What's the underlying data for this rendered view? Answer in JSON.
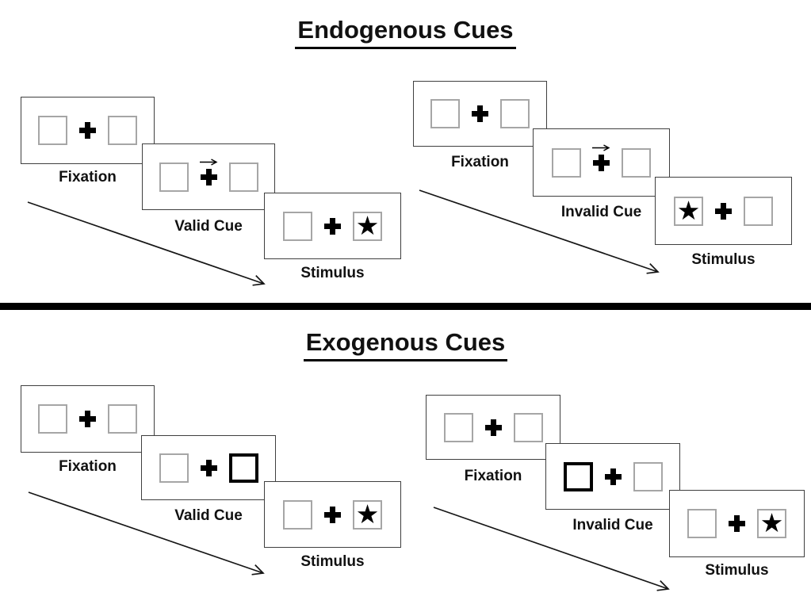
{
  "page": {
    "background_color": "#ffffff",
    "divider_color": "#000000"
  },
  "colors": {
    "ink": "#000000",
    "panel_border": "#3f3f3f",
    "placeholder_box_border": "#a6a6a6",
    "cue_box_border": "#000000"
  },
  "glyphs": {
    "star": "★"
  },
  "sections": [
    {
      "title": "Endogenous Cues",
      "groups": [
        {
          "name": "valid-trial",
          "steps": [
            {
              "label": "Fixation",
              "type": "fixation"
            },
            {
              "label": "Valid Cue",
              "type": "central-arrow-cue",
              "cue": "arrow-right"
            },
            {
              "label": "Stimulus",
              "type": "stimulus",
              "target_side": "right"
            }
          ]
        },
        {
          "name": "invalid-trial",
          "steps": [
            {
              "label": "Fixation",
              "type": "fixation"
            },
            {
              "label": "Invalid Cue",
              "type": "central-arrow-cue",
              "cue": "arrow-right"
            },
            {
              "label": "Stimulus",
              "type": "stimulus",
              "target_side": "left"
            }
          ]
        }
      ]
    },
    {
      "title": "Exogenous Cues",
      "groups": [
        {
          "name": "valid-trial",
          "steps": [
            {
              "label": "Fixation",
              "type": "fixation"
            },
            {
              "label": "Valid Cue",
              "type": "peripheral-box-cue",
              "cue_side": "right"
            },
            {
              "label": "Stimulus",
              "type": "stimulus",
              "target_side": "right"
            }
          ]
        },
        {
          "name": "invalid-trial",
          "steps": [
            {
              "label": "Fixation",
              "type": "fixation"
            },
            {
              "label": "Invalid Cue",
              "type": "peripheral-box-cue",
              "cue_side": "left"
            },
            {
              "label": "Stimulus",
              "type": "stimulus",
              "target_side": "right"
            }
          ]
        }
      ]
    }
  ]
}
